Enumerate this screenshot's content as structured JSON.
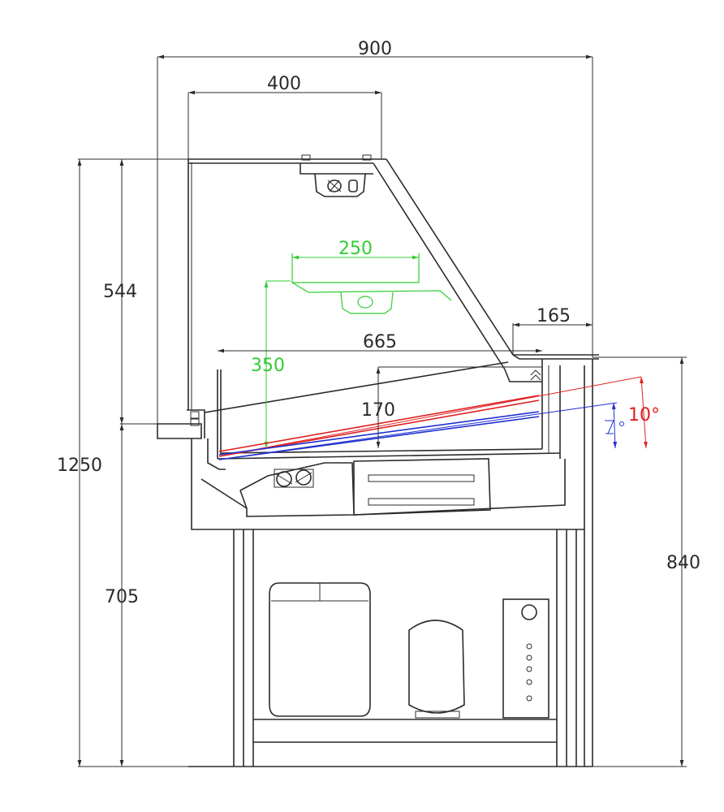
{
  "dimensions": {
    "overall_width": "900",
    "top_width": "400",
    "shelf_width": "250",
    "shelf_height": "350",
    "right_depth": "165",
    "bed_width": "665",
    "bed_height": "170",
    "upper_height": "544",
    "total_height": "1250",
    "base_height": "705",
    "counter_height": "840"
  },
  "tilt_angle": "10°",
  "colors": {
    "outline": "#2b2b2b",
    "shelf": "#33cc33",
    "tilt_max": "#e02020",
    "tilt_min": "#2030d0"
  }
}
